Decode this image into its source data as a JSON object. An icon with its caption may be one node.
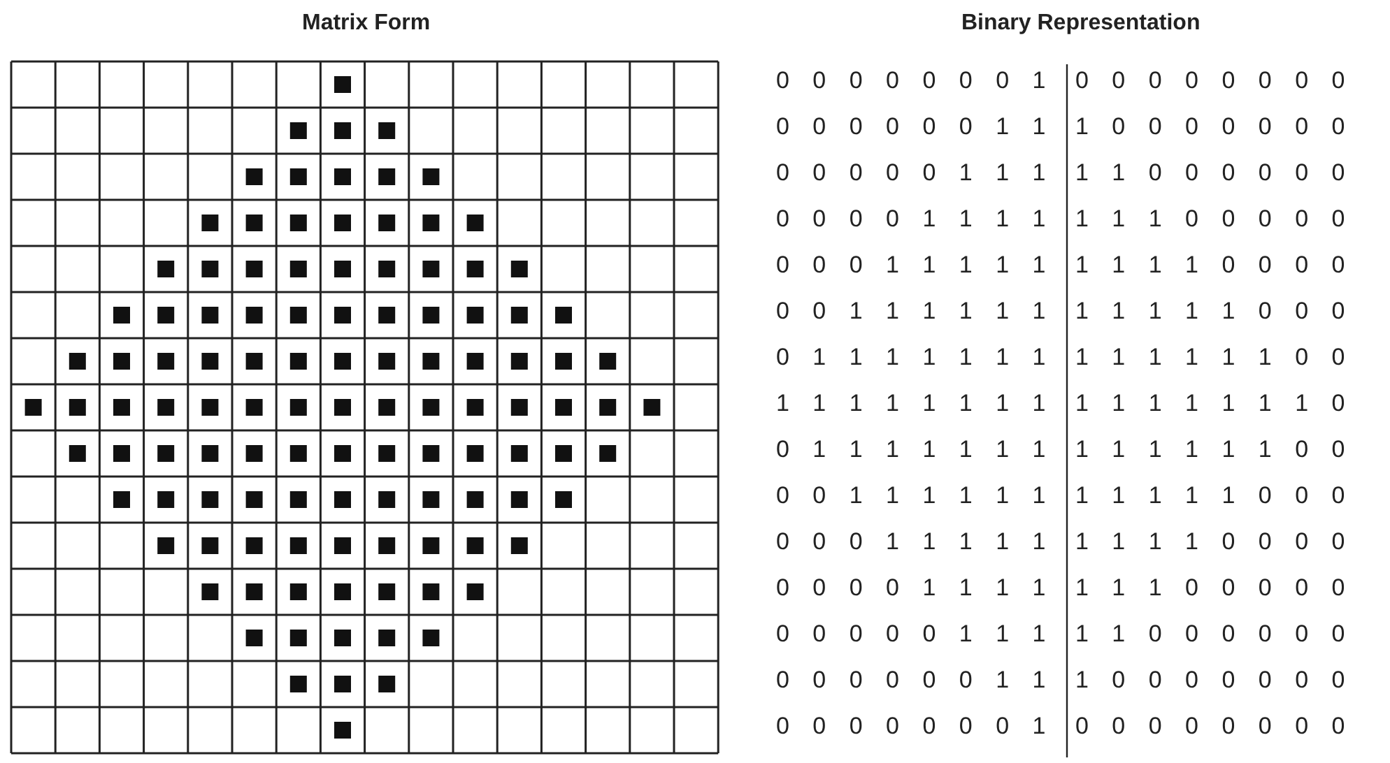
{
  "diagram": {
    "labels": [
      "Matrix Form",
      "Binary Representation",
      "0 0 0 0 0 0 0 1",
      "0 0 0 0 0 0 0 0",
      "0 0 0 0 0 0 1 1",
      "1 0 0 0 0 0 0 0",
      "0 0 0 0 0 1 1 1",
      "1 1 0 0 0 0 0 0",
      "0 0 0 0 1 1 1 1",
      "1 1 1 0 0 0 0 0",
      "0 0 0 1 1 1 1 1",
      "1 1 1 1 0 0 0 0",
      "0 0 1 1 1 1 1 1",
      "1 1 1 1 1 0 0 0",
      "0 1 1 1 1 1 1 1",
      "1 1 1 1 1 1 0 0",
      "1 1 1 1 1 1 1 1",
      "1 1 1 1 1 1 1 0",
      "0 1 1 1 1 1 1 1",
      "1 1 1 1 1 1 0 0",
      "0 0 1 1 1 1 1 1",
      "1 1 1 1 1 0 0 0",
      "0 0 0 1 1 1 1 1",
      "1 1 1 1 0 0 0 0",
      "0 0 0 0 1 1 1 1",
      "1 1 1 0 0 0 0 0",
      "0 0 0 0 0 1 1 1",
      "1 1 0 0 0 0 0 0",
      "0 0 0 0 0 0 1 1",
      "1 0 0 0 0 0 0 0",
      "0 0 0 0 0 0 0 1",
      "0 0 0 0 0 0 0 0"
    ]
  }
}
